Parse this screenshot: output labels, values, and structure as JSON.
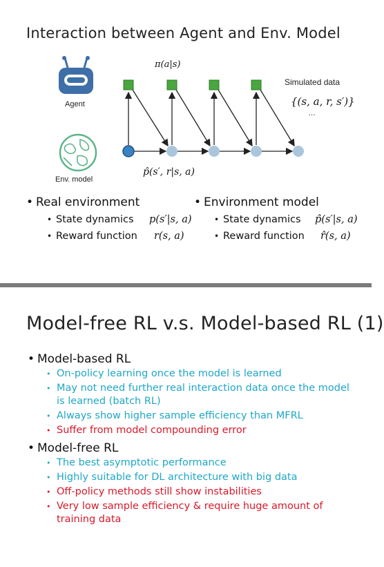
{
  "slide1": {
    "title": "Interaction between Agent and Env. Model",
    "agent_label": "Agent",
    "env_label": "Env. model",
    "policy_label": "π(a|s)",
    "model_label": "p̂(s′, r|s, a)",
    "simulated_label": "Simulated data",
    "simulated_tuple": "{(s, a, r, s′)}",
    "ellipsis": "…",
    "real_env": {
      "heading": "Real environment",
      "items": [
        {
          "label": "State dynamics",
          "formula": "p(s′|s, a)"
        },
        {
          "label": "Reward function",
          "formula": "r(s, a)"
        }
      ]
    },
    "env_model": {
      "heading": "Environment model",
      "items": [
        {
          "label": "State dynamics",
          "formula": "p̂(s′|s, a)"
        },
        {
          "label": "Reward function",
          "formula": "r̂(s, a)"
        }
      ]
    },
    "colors": {
      "action_node": "#4aa63f",
      "start_state": "#3b82c4",
      "simulated_state": "#a9c6dd",
      "agent_icon": "#3e6fa8",
      "env_icon": "#5cb48a"
    }
  },
  "slide2": {
    "title": "Model-free RL v.s. Model-based RL (1)",
    "model_based": {
      "heading": "Model-based RL",
      "items": [
        {
          "text": "On-policy learning once the model is learned",
          "tone": "cyan"
        },
        {
          "text": "May not need further real interaction data once the model is learned (batch RL)",
          "tone": "cyan"
        },
        {
          "text": "Always show higher sample efficiency than MFRL",
          "tone": "cyan"
        },
        {
          "text": "Suffer from model compounding error",
          "tone": "red"
        }
      ]
    },
    "model_free": {
      "heading": "Model-free RL",
      "items": [
        {
          "text": "The best asymptotic performance",
          "tone": "cyan"
        },
        {
          "text": "Highly suitable for DL architecture with big data",
          "tone": "cyan"
        },
        {
          "text": "Off-policy methods still show instabilities",
          "tone": "red"
        },
        {
          "text": "Very low sample efficiency & require huge amount of training data",
          "tone": "red"
        }
      ]
    },
    "colors": {
      "positive": "#1fa7c6",
      "negative": "#d8192a"
    }
  }
}
